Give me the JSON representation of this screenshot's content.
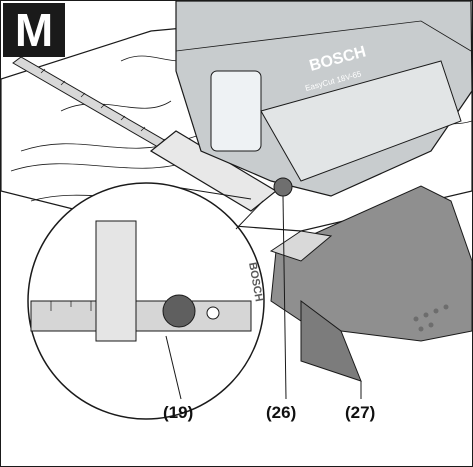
{
  "figure": {
    "step_letter": "M",
    "callouts": {
      "c19": "(19)",
      "c26": "(26)",
      "c27": "(27)"
    },
    "tool_brand": "BOSCH",
    "tool_model": "EasyCut 18V-65",
    "guide_marking": "BOSCH",
    "colors": {
      "tool_body": "#c8ccce",
      "guide": "#8f8f8f",
      "line": "#1a1a1a"
    }
  }
}
